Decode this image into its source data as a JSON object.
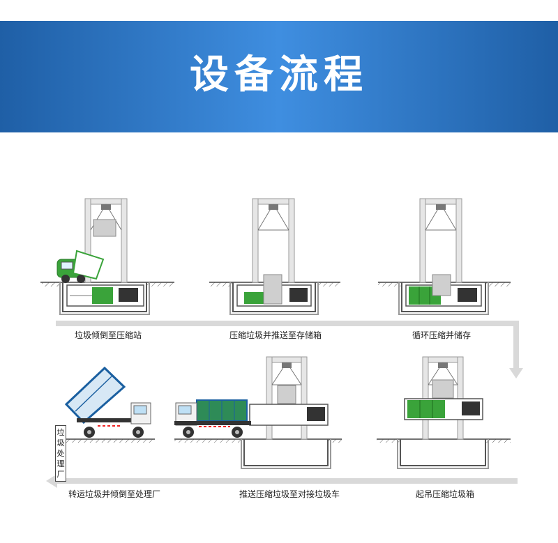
{
  "banner": {
    "title": "设备流程"
  },
  "colors": {
    "banner": "#2f78c8",
    "waste": "#3aa33a",
    "truck_green": "#2e8b57",
    "flow_line": "#d6d6d6",
    "frame": "#b9b9b9"
  },
  "steps": [
    {
      "label": "垃圾倾倒至压缩站"
    },
    {
      "label": "压缩垃圾并推送至存储箱"
    },
    {
      "label": "循环压缩并储存"
    },
    {
      "label": "起吊压缩垃圾箱"
    },
    {
      "label": "推送压缩垃圾至对接垃圾车"
    },
    {
      "label": "转运垃圾并倾倒至处理厂"
    }
  ],
  "plant_sign": {
    "label": "垃圾处理厂"
  }
}
